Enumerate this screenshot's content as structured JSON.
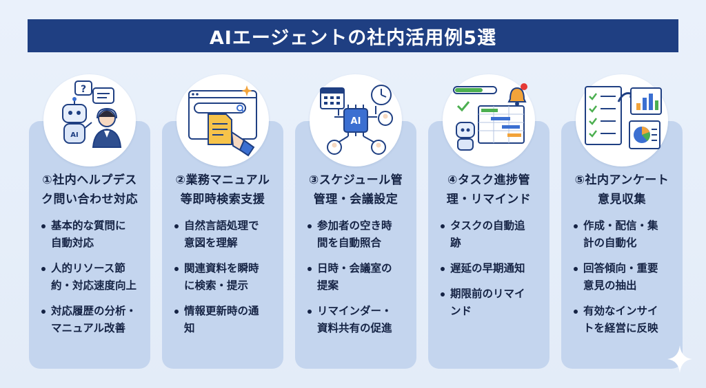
{
  "title": "AIエージェントの社内活用例5選",
  "cards": [
    {
      "title_lines": [
        "①社内ヘルプデス",
        "ク問い合わせ対応"
      ],
      "icon": "robot-helpdesk-icon",
      "bullets": [
        [
          "基本的な質問に",
          "自動対応"
        ],
        [
          "人的リソース節",
          "約・対応速度向上"
        ],
        [
          "対応履歴の分析・",
          "マニュアル改善"
        ]
      ]
    },
    {
      "title_lines": [
        "②業務マニュアル",
        "等即時検索支援"
      ],
      "icon": "document-search-icon",
      "bullets": [
        [
          "自然言語処理で",
          "意図を理解"
        ],
        [
          "関連資料を瞬時",
          "に検索・提示"
        ],
        [
          "情報更新時の通",
          "知"
        ]
      ]
    },
    {
      "title_lines": [
        "③スケジュール管",
        "管理・会議設定"
      ],
      "icon": "ai-chip-schedule-icon",
      "bullets": [
        [
          "参加者の空き時",
          "間を自動照合"
        ],
        [
          "日時・会議室の",
          "提案"
        ],
        [
          "リマインダー・",
          "資料共有の促進"
        ]
      ]
    },
    {
      "title_lines": [
        "④タスク進捗管",
        "理・リマインド"
      ],
      "icon": "gantt-bell-icon",
      "bullets": [
        [
          "タスクの自動追",
          "跡"
        ],
        [
          "遅延の早期通知"
        ],
        [
          "期限前のリマイ",
          "ンド"
        ]
      ]
    },
    {
      "title_lines": [
        "⑤社内アンケート",
        "意見収集"
      ],
      "icon": "survey-chart-icon",
      "bullets": [
        [
          "作成・配信・集",
          "計の自動化"
        ],
        [
          "回答傾向・重要",
          "意見の抽出"
        ],
        [
          "有効なインサイ",
          "トを経営に反映"
        ]
      ]
    }
  ],
  "colors": {
    "title_bg": "#1f3f82",
    "card_bg": "#c4d5ee",
    "text": "#152344",
    "accent_blue": "#3b6fd1",
    "accent_orange": "#f2a33a",
    "accent_green": "#4caf50"
  }
}
